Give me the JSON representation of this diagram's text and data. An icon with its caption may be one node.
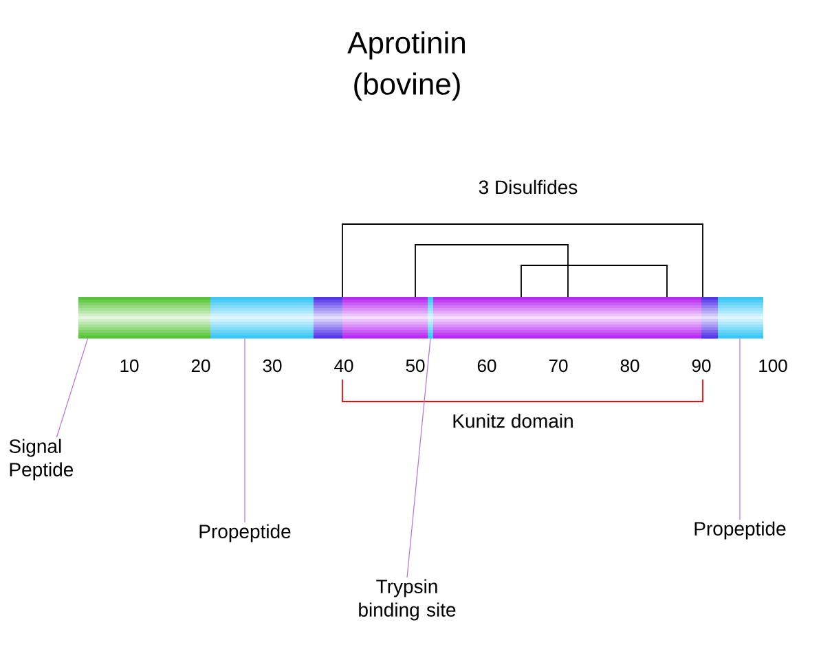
{
  "diagram": {
    "title": "Aprotinin (bovine)",
    "nodes": [
      {
        "text": [],
        "shape": "bar"
      },
      {
        "text": [],
        "shape": "bar"
      },
      {
        "text": [],
        "shape": "bar"
      },
      {
        "text": [],
        "shape": "bar"
      },
      {
        "text": [
          "Signal Peptide"
        ]
      },
      {
        "text": [
          "Propeptide"
        ]
      },
      {
        "text": [
          "Trypsin binding site"
        ]
      },
      {
        "text": [
          "Propeptide"
        ]
      }
    ],
    "edges": [
      {
        "from": 4,
        "to": 0,
        "arrow": "none"
      },
      {
        "from": 5,
        "to": 1,
        "arrow": "none"
      },
      {
        "from": 6,
        "to": 2,
        "arrow": "none"
      },
      {
        "from": 7,
        "to": 3,
        "arrow": "none"
      }
    ],
    "labels": [
      "3 Disulfides",
      "10",
      "20",
      "30",
      "40",
      "50",
      "60",
      "70",
      "80",
      "90",
      "100",
      "Kunitz domain"
    ]
  }
}
